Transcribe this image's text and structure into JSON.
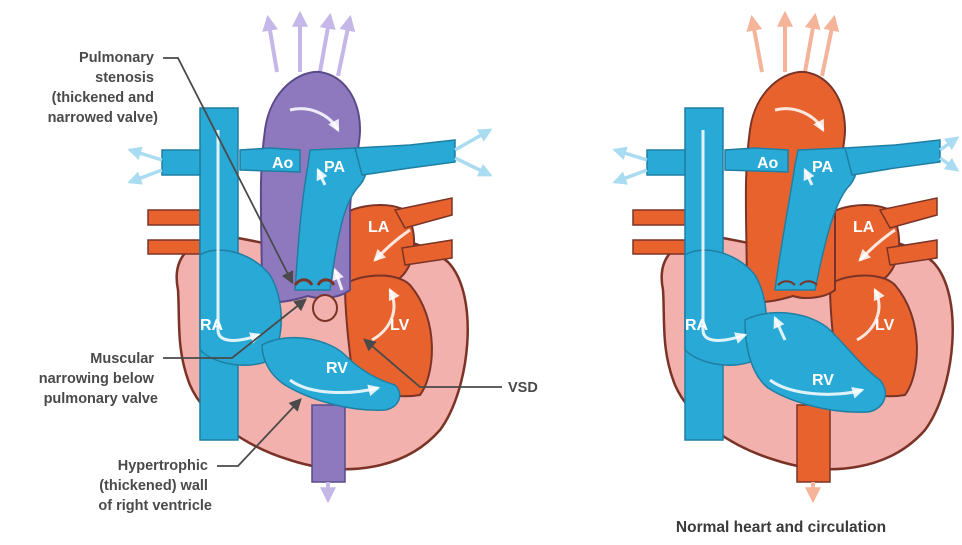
{
  "colors": {
    "deoxygenated_blue": "#29a9d6",
    "oxygenated_red": "#e8622e",
    "mixed_purple": "#8e79bf",
    "heart_wall_pink": "#f2b1ad",
    "outline_brown": "#7a3326",
    "arrow_light_blue": "#a9dcf0",
    "label_gray": "#4a4a4a"
  },
  "callouts": {
    "pulmonary_stenosis": [
      "Pulmonary",
      "stenosis",
      "(thickened and",
      "narrowed valve)"
    ],
    "muscular_narrowing": [
      "Muscular",
      "narrowing below",
      "pulmonary valve"
    ],
    "vsd": "VSD",
    "hypertrophic_wall": [
      "Hypertrophic",
      "(thickened) wall",
      "of right ventricle"
    ]
  },
  "abnormal_heart": {
    "chambers": {
      "ao": "Ao",
      "pa": "PA",
      "la": "LA",
      "ra": "RA",
      "lv": "LV",
      "rv": "RV"
    }
  },
  "normal_heart": {
    "chambers": {
      "ao": "Ao",
      "pa": "PA",
      "la": "LA",
      "ra": "RA",
      "lv": "LV",
      "rv": "RV"
    },
    "caption": "Normal heart and circulation"
  }
}
